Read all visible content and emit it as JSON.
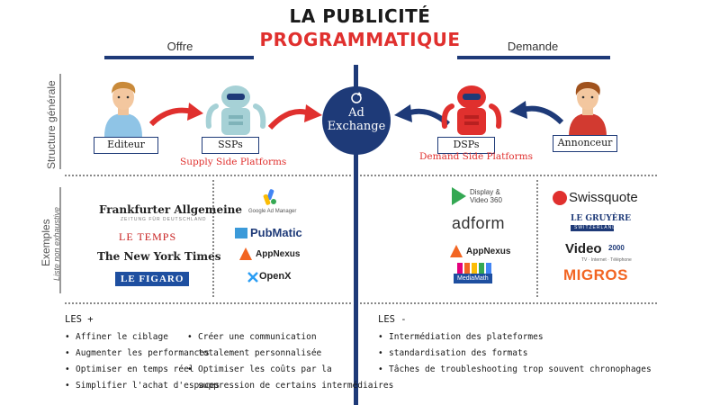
{
  "title": {
    "line1": "LA PUBLICITÉ",
    "line2": "PROGRAMMATIQUE"
  },
  "columns": {
    "left": "Offre",
    "right": "Demande"
  },
  "rows": {
    "structure": "Structure générale",
    "examples": "Exemples",
    "examples_note": "Liste non exhaustive"
  },
  "flow": {
    "editeur": "Editeur",
    "ssps": "SSPs",
    "ssps_sub": "Supply Side Platforms",
    "ad_exchange_line1": "Ad",
    "ad_exchange_line2": "Exchange",
    "dsps": "DSPs",
    "dsps_sub": "Demand Side Platforms",
    "annonceur": "Annonceur"
  },
  "logos": {
    "publishers": {
      "faz": "Frankfurter Allgemeine",
      "faz_sub": "ZEITUNG FÜR DEUTSCHLAND",
      "temps": "LE TEMPS",
      "nyt": "The New York Times",
      "figaro": "LE FIGARO"
    },
    "ssps": {
      "google_label": "Google Ad Manager",
      "pubmatic": "PubMatic",
      "appnexus": "AppNexus",
      "openx": "OpenX"
    },
    "dsps": {
      "dv360_line1": "Display &",
      "dv360_line2": "Video 360",
      "adform": "adform",
      "appnexus": "AppNexus",
      "mediamath": "MediaMath"
    },
    "advertisers": {
      "swissquote": "Swissquote",
      "gruyere": "LE GRUYÈRE",
      "gruyere_sub": "SWITZERLAND",
      "video2000": "Video",
      "video2000_num": "2000",
      "video2000_sub": "TV · Internet · Téléphone",
      "migros": "MIGROS"
    }
  },
  "pros": {
    "title": "LES +",
    "col1": [
      "Affiner le ciblage",
      "Augmenter les performances",
      "Optimiser en temps réel",
      "Simplifier l'achat d'espaces"
    ],
    "col2": [
      {
        "line1": "Créer une communication",
        "line2": "totalement personnalisée"
      },
      {
        "line1": "Optimiser les coûts par la",
        "line2": "suppression de certains intermédiaires"
      }
    ]
  },
  "cons": {
    "title": "LES -",
    "items": [
      "Intermédiation des plateformes",
      "standardisation des formats",
      "Tâches de troubleshooting trop souvent chronophages"
    ]
  },
  "colors": {
    "navy": "#1e3a78",
    "red": "#e0302e",
    "robot_body": "#a6d1d6",
    "robot_red": "#e0302e"
  }
}
